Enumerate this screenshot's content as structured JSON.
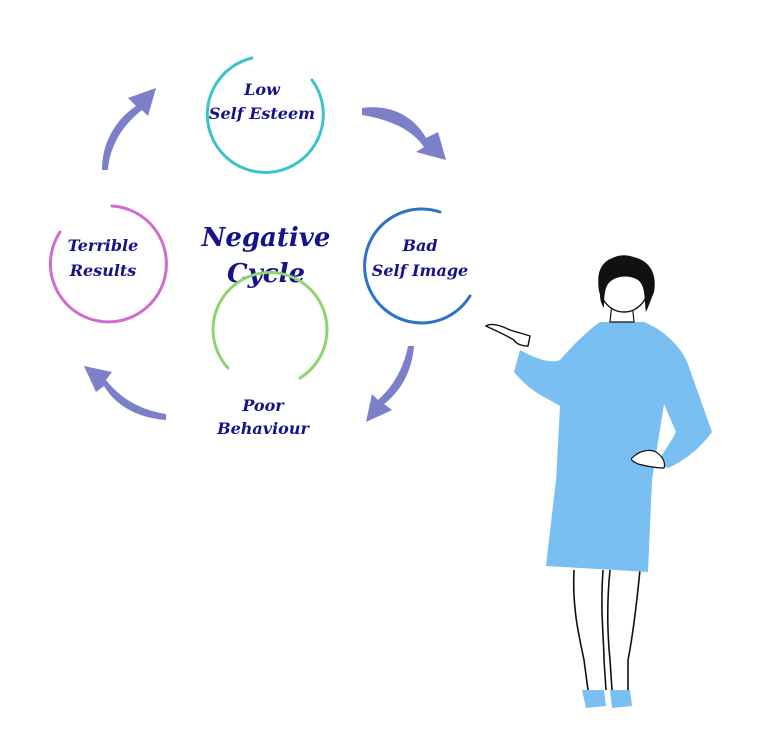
{
  "diagram": {
    "center": {
      "line1": "Negative",
      "line2": "Cycle"
    },
    "nodes": {
      "low_self_esteem": {
        "line1": "Low",
        "line2": "Self Esteem",
        "color": "#3cc3c9"
      },
      "bad_self_image": {
        "line1": "Bad",
        "line2": "Self Image",
        "color": "#2b73c6"
      },
      "poor_behaviour": {
        "line1": "Poor",
        "line2": "Behaviour",
        "color": "#8ed46f"
      },
      "terrible_results": {
        "line1": "Terrible",
        "line2": "Results",
        "color": "#cf6dcf"
      }
    },
    "text_color": "#16128a",
    "arrow_color": "#7b80c9",
    "figure_color": "#79bff2"
  }
}
